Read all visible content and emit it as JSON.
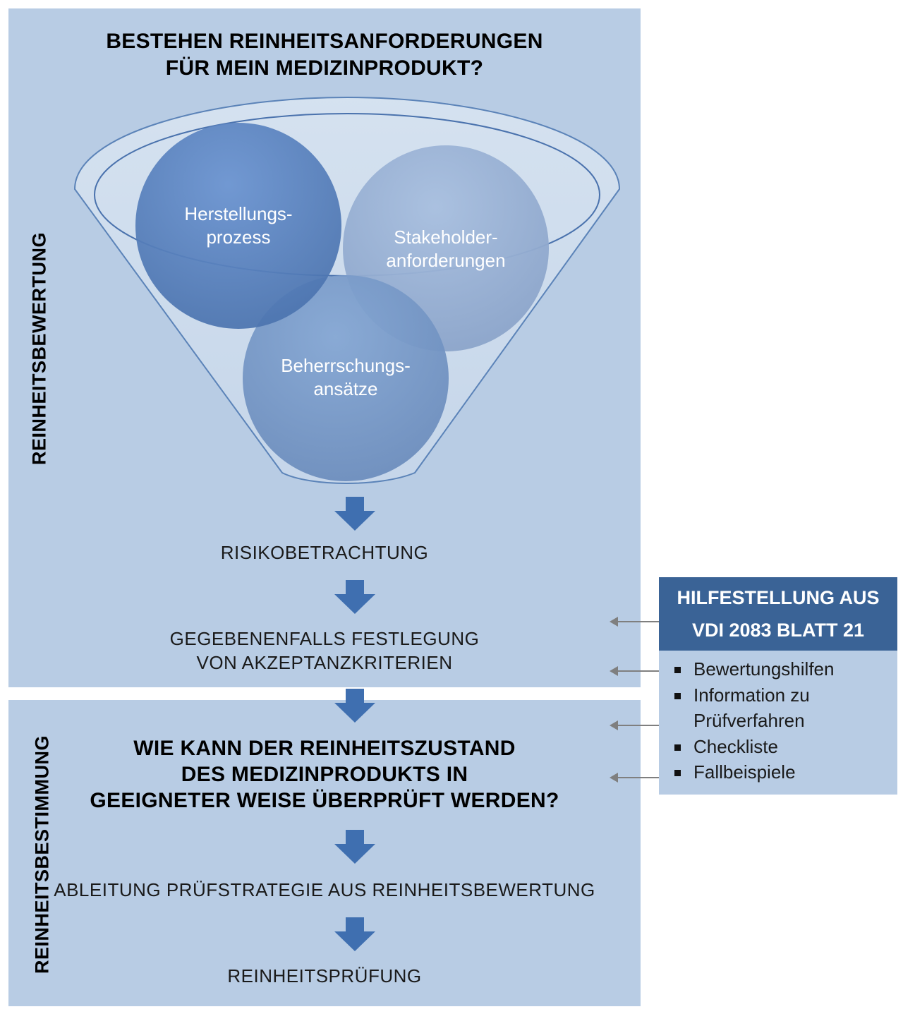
{
  "sections": {
    "evaluation_label": "REINHEITSBEWERTUNG",
    "determination_label": "REINHEITSBESTIMMUNG"
  },
  "evaluation": {
    "title_line1": "BESTEHEN REINHEITSANFORDERUNGEN",
    "title_line2": "FÜR MEIN MEDIZINPRODUKT?",
    "funnel_circles": {
      "manufacturing_line1": "Herstellungs-",
      "manufacturing_line2": "prozess",
      "stakeholder_line1": "Stakeholder-",
      "stakeholder_line2": "anforderungen",
      "control_line1": "Beherrschungs-",
      "control_line2": "ansätze"
    },
    "step_risk": "RISIKOBETRACHTUNG",
    "step_accept_line1": "GEGEBENENFALLS FESTLEGUNG",
    "step_accept_line2": "VON AKZEPTANZKRITERIEN"
  },
  "determination": {
    "title_line1": "WIE KANN DER REINHEITSZUSTAND",
    "title_line2": "DES MEDIZINPRODUKTS IN",
    "title_line3": "GEEIGNETER WEISE ÜBERPRÜFT WERDEN?",
    "step_strategy": "ABLEITUNG PRÜFSTRATEGIE AUS REINHEITSBEWERTUNG",
    "step_test": "REINHEITSPRÜFUNG"
  },
  "help": {
    "header_line1": "HILFESTELLUNG AUS",
    "header_line2": "VDI 2083 BLATT 21",
    "items": [
      "Bewertungshilfen",
      "Information zu",
      "Prüfverfahren",
      "Checkliste",
      "Fallbeispiele"
    ]
  },
  "colors": {
    "panel": "#b8cce4",
    "header": "#3a6396",
    "arrow": "#3f6fb0",
    "connector": "#7f7f7f"
  }
}
